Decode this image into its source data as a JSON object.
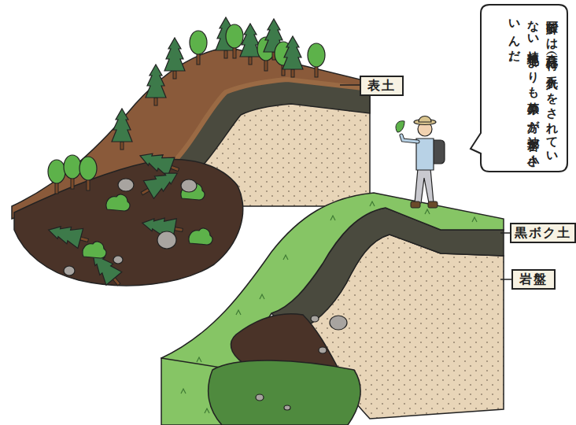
{
  "diagram": {
    "nodes": [
      {
        "text": [
          "阿蘇では森林（特に手入れをされていない植林地）よりも草原の方が被害が小さいんだ。"
        ]
      },
      {
        "text": [
          "表土"
        ]
      },
      {
        "text": [
          "黒ボク土"
        ]
      },
      {
        "text": [
          "岩盤"
        ]
      }
    ]
  }
}
